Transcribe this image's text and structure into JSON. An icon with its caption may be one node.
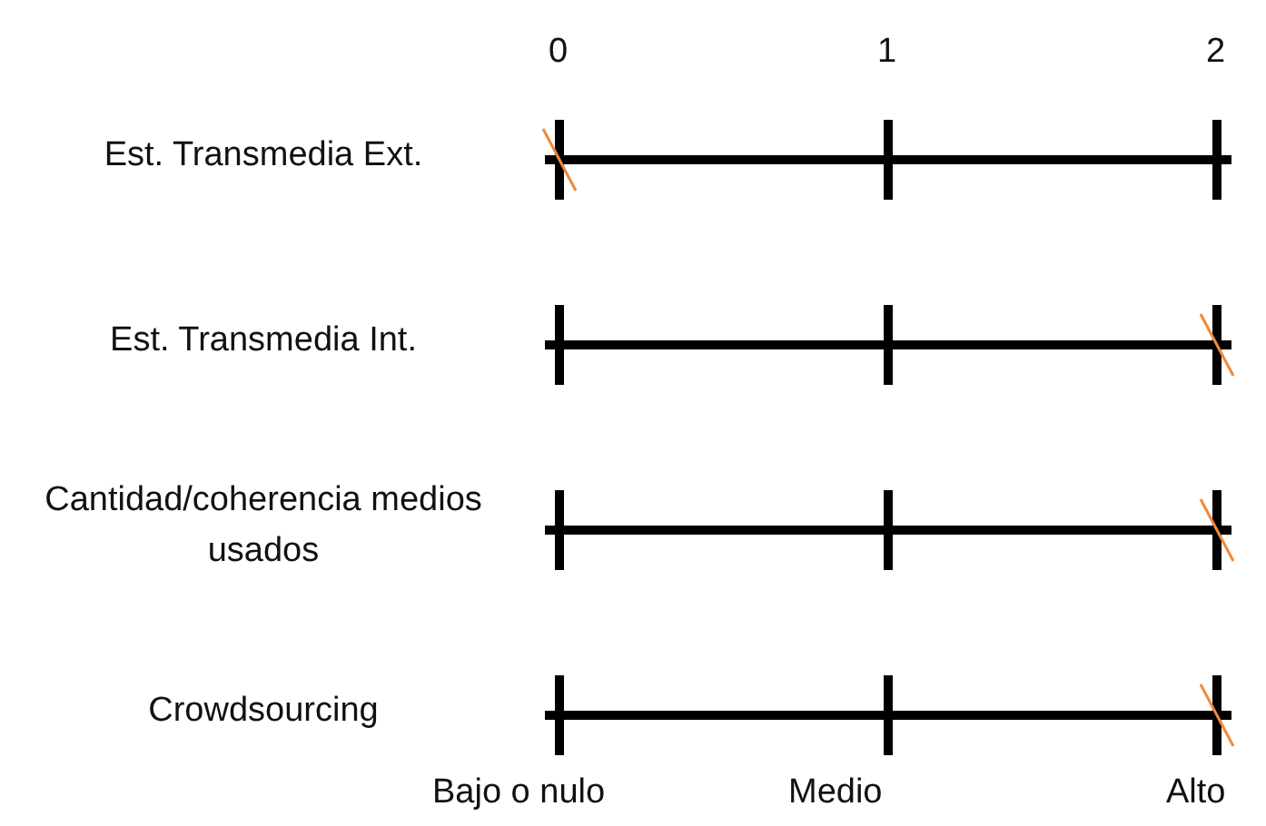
{
  "diagram": {
    "labels": [
      "Bajo o nulo",
      "Medio",
      "Alto"
    ],
    "chart_data": {
      "type": "scatter",
      "orientation": "horizontal",
      "categories": [
        "Est. Transmedia Ext.",
        "Est. Transmedia Int.",
        "Cantidad/coherencia medios usados",
        "Crowdsourcing"
      ],
      "series": [
        {
          "color": "#f08a3c",
          "values": [
            0,
            2,
            2,
            2
          ]
        }
      ],
      "xlim": [
        0,
        2
      ],
      "xticks": [
        0,
        1,
        2
      ],
      "grid": true
    }
  }
}
